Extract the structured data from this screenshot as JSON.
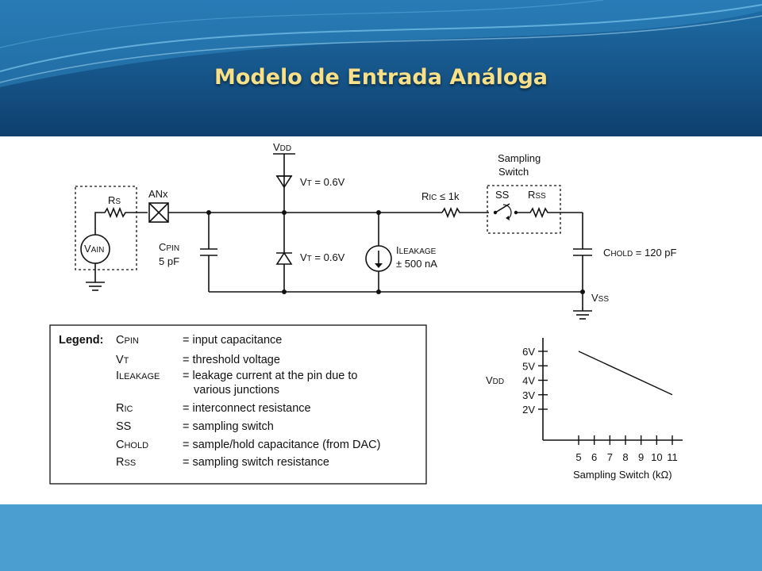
{
  "slide": {
    "title": "Modelo de Entrada Análoga"
  },
  "colors": {
    "header_dark": "#0e3f6e",
    "header_mid": "#1f6ea8",
    "footer": "#4a9fd0",
    "title_text": "#f6e08a"
  },
  "circuit": {
    "vdd": {
      "main": "V",
      "sub": "DD"
    },
    "rs": {
      "main": "R",
      "sub": "S"
    },
    "vain": {
      "main": "V",
      "sub": "AIN"
    },
    "anx": "ANx",
    "cpin": {
      "main": "C",
      "sub": "PIN",
      "value": "5 pF"
    },
    "vt_top": {
      "main": "V",
      "sub": "T",
      "value": " = 0.6V"
    },
    "vt_bottom": {
      "main": "V",
      "sub": "T",
      "value": " = 0.6V"
    },
    "ileakage": {
      "main": "I",
      "sub": "LEAKAGE",
      "value": "± 500 nA"
    },
    "ric": {
      "main": "R",
      "sub": "IC",
      "value": " ≤ 1k"
    },
    "sampling_switch_line1": "Sampling",
    "sampling_switch_line2": "Switch",
    "ss": "SS",
    "rss": {
      "main": "R",
      "sub": "SS"
    },
    "chold": {
      "main": "C",
      "sub": "HOLD",
      "value": " = 120 pF"
    },
    "vss": {
      "main": "V",
      "sub": "SS"
    }
  },
  "legend": {
    "heading": "Legend:",
    "rows": [
      {
        "main": "C",
        "sub": "PIN",
        "desc": "= input capacitance"
      },
      {
        "main": "V",
        "sub": "T",
        "desc": "= threshold voltage"
      },
      {
        "main": "I",
        "sub": "LEAKAGE",
        "desc": "= leakage current at the pin due to",
        "desc2": "various junctions"
      },
      {
        "main": "R",
        "sub": "IC",
        "desc": "= interconnect resistance"
      },
      {
        "main": "SS",
        "sub": "",
        "desc": "= sampling switch"
      },
      {
        "main": "C",
        "sub": "HOLD",
        "desc": "= sample/hold capacitance (from DAC)"
      },
      {
        "main": "R",
        "sub": "SS",
        "desc": "= sampling switch resistance"
      }
    ]
  },
  "chart_data": {
    "type": "line",
    "xlabel": "Sampling Switch   (kΩ)",
    "ylabel_main": "V",
    "ylabel_sub": "DD",
    "x_ticks": [
      "5",
      "6",
      "7",
      "8",
      "9",
      "10",
      "11"
    ],
    "y_ticks": [
      "6V",
      "5V",
      "4V",
      "3V",
      "2V"
    ],
    "xlim": [
      5,
      11
    ],
    "ylim": [
      2,
      6
    ],
    "series": [
      {
        "x": [
          5,
          11
        ],
        "y": [
          6,
          3
        ]
      }
    ]
  }
}
